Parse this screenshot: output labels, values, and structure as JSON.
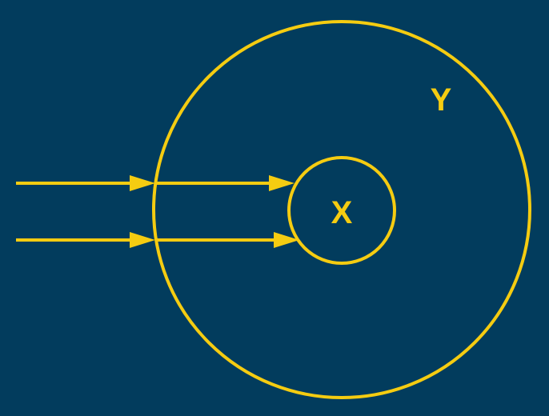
{
  "colors": {
    "background": "#023c5d",
    "stroke": "#f5cc11"
  },
  "labels": {
    "outer": "Y",
    "inner": "X"
  },
  "arrows": [
    {
      "from": "outside",
      "through": "circle-y",
      "to": "circle-x"
    },
    {
      "from": "outside",
      "through": "circle-y",
      "to": "circle-x"
    }
  ]
}
